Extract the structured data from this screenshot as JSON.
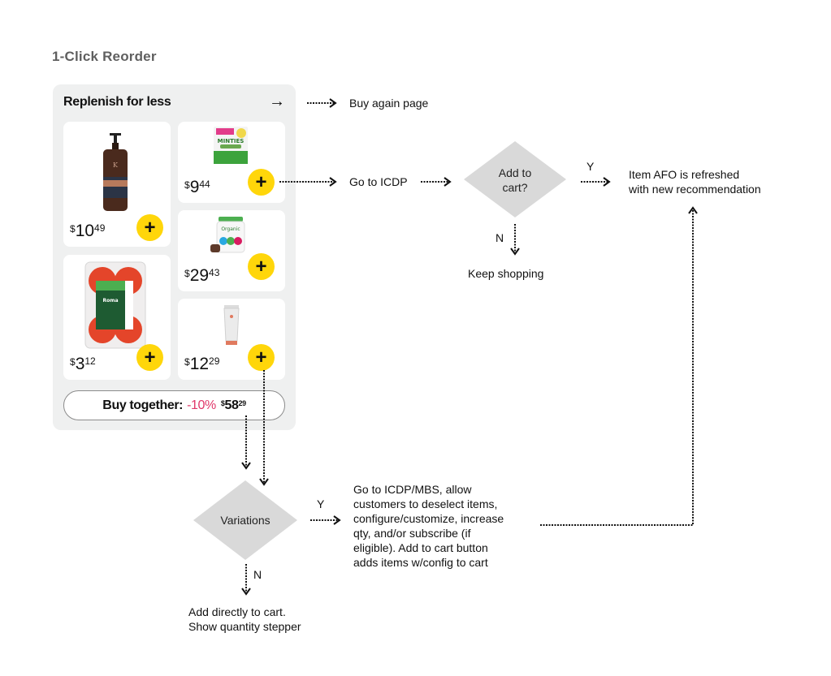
{
  "page_title": "1-Click Reorder",
  "widget": {
    "title": "Replenish for less",
    "see_more_icon": "arrow-right-icon",
    "items": [
      {
        "name": "King C. Gillette 3-in-1 beard wash",
        "price_dollars": "10",
        "price_cents": "49",
        "currency": "$"
      },
      {
        "name": "Minties dog dental treats",
        "price_dollars": "9",
        "price_cents": "44",
        "currency": "$"
      },
      {
        "name": "Orgain Organic Protein powder",
        "price_dollars": "29",
        "price_cents": "43",
        "currency": "$"
      },
      {
        "name": "Amazon Fresh Roma Tomatoes",
        "price_dollars": "3",
        "price_cents": "12",
        "currency": "$"
      },
      {
        "name": "Skincare tube",
        "price_dollars": "12",
        "price_cents": "29",
        "currency": "$"
      }
    ],
    "add_icon": "+",
    "buy_together": {
      "label": "Buy together:",
      "discount": "-10%",
      "currency": "$",
      "total_dollars": "58",
      "total_cents": "29"
    }
  },
  "flow": {
    "buy_again": "Buy again page",
    "go_to_icdp": "Go to ICDP",
    "add_to_cart_line1": "Add to",
    "add_to_cart_line2": "cart?",
    "yes": "Y",
    "no": "N",
    "afo_line1": "Item AFO is refreshed",
    "afo_line2": "with new recommendation",
    "keep_shopping": "Keep shopping",
    "variations": "Variations",
    "mbs_lines": [
      "Go to ICDP/MBS, allow",
      "customers to deselect items,",
      "configure/customize, increase",
      "qty, and/or subscribe (if",
      "eligible). Add to cart button",
      "adds items w/config to cart"
    ],
    "direct_line1": "Add directly to cart.",
    "direct_line2": "Show quantity stepper"
  },
  "colors": {
    "panel_bg": "#eff0f0",
    "add_button": "#ffd60a",
    "discount": "#e0386a",
    "diamond": "#d9d9d9"
  }
}
